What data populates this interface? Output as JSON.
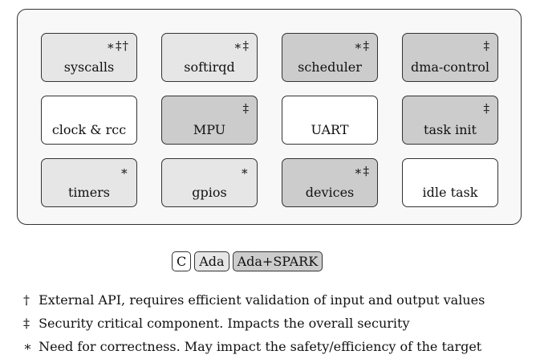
{
  "components": [
    {
      "label": "syscalls",
      "marks": "∗‡†",
      "lang": "ada"
    },
    {
      "label": "softirqd",
      "marks": "∗‡",
      "lang": "ada"
    },
    {
      "label": "scheduler",
      "marks": "∗‡",
      "lang": "spark"
    },
    {
      "label": "dma-control",
      "marks": "‡",
      "lang": "spark"
    },
    {
      "label": "clock & rcc",
      "marks": "",
      "lang": "c"
    },
    {
      "label": "MPU",
      "marks": "‡",
      "lang": "spark"
    },
    {
      "label": "UART",
      "marks": "",
      "lang": "c"
    },
    {
      "label": "task init",
      "marks": "‡",
      "lang": "spark"
    },
    {
      "label": "timers",
      "marks": "∗",
      "lang": "ada"
    },
    {
      "label": "gpios",
      "marks": "∗",
      "lang": "ada"
    },
    {
      "label": "devices",
      "marks": "∗‡",
      "lang": "spark"
    },
    {
      "label": "idle task",
      "marks": "",
      "lang": "c"
    }
  ],
  "legend": [
    {
      "label": "C",
      "lang": "c"
    },
    {
      "label": "Ada",
      "lang": "ada"
    },
    {
      "label": "Ada+SPARK",
      "lang": "spark"
    }
  ],
  "notes": [
    {
      "symbol": "†",
      "text": "External API, requires efficient validation of input and output values"
    },
    {
      "symbol": "‡",
      "text": "Security critical component. Impacts the overall security"
    },
    {
      "symbol": "∗",
      "text": "Need for correctness. May impact the safety/efficiency of the target"
    }
  ],
  "colors": {
    "c": "#ffffff",
    "ada": "#e6e6e6",
    "spark": "#cccccc"
  }
}
